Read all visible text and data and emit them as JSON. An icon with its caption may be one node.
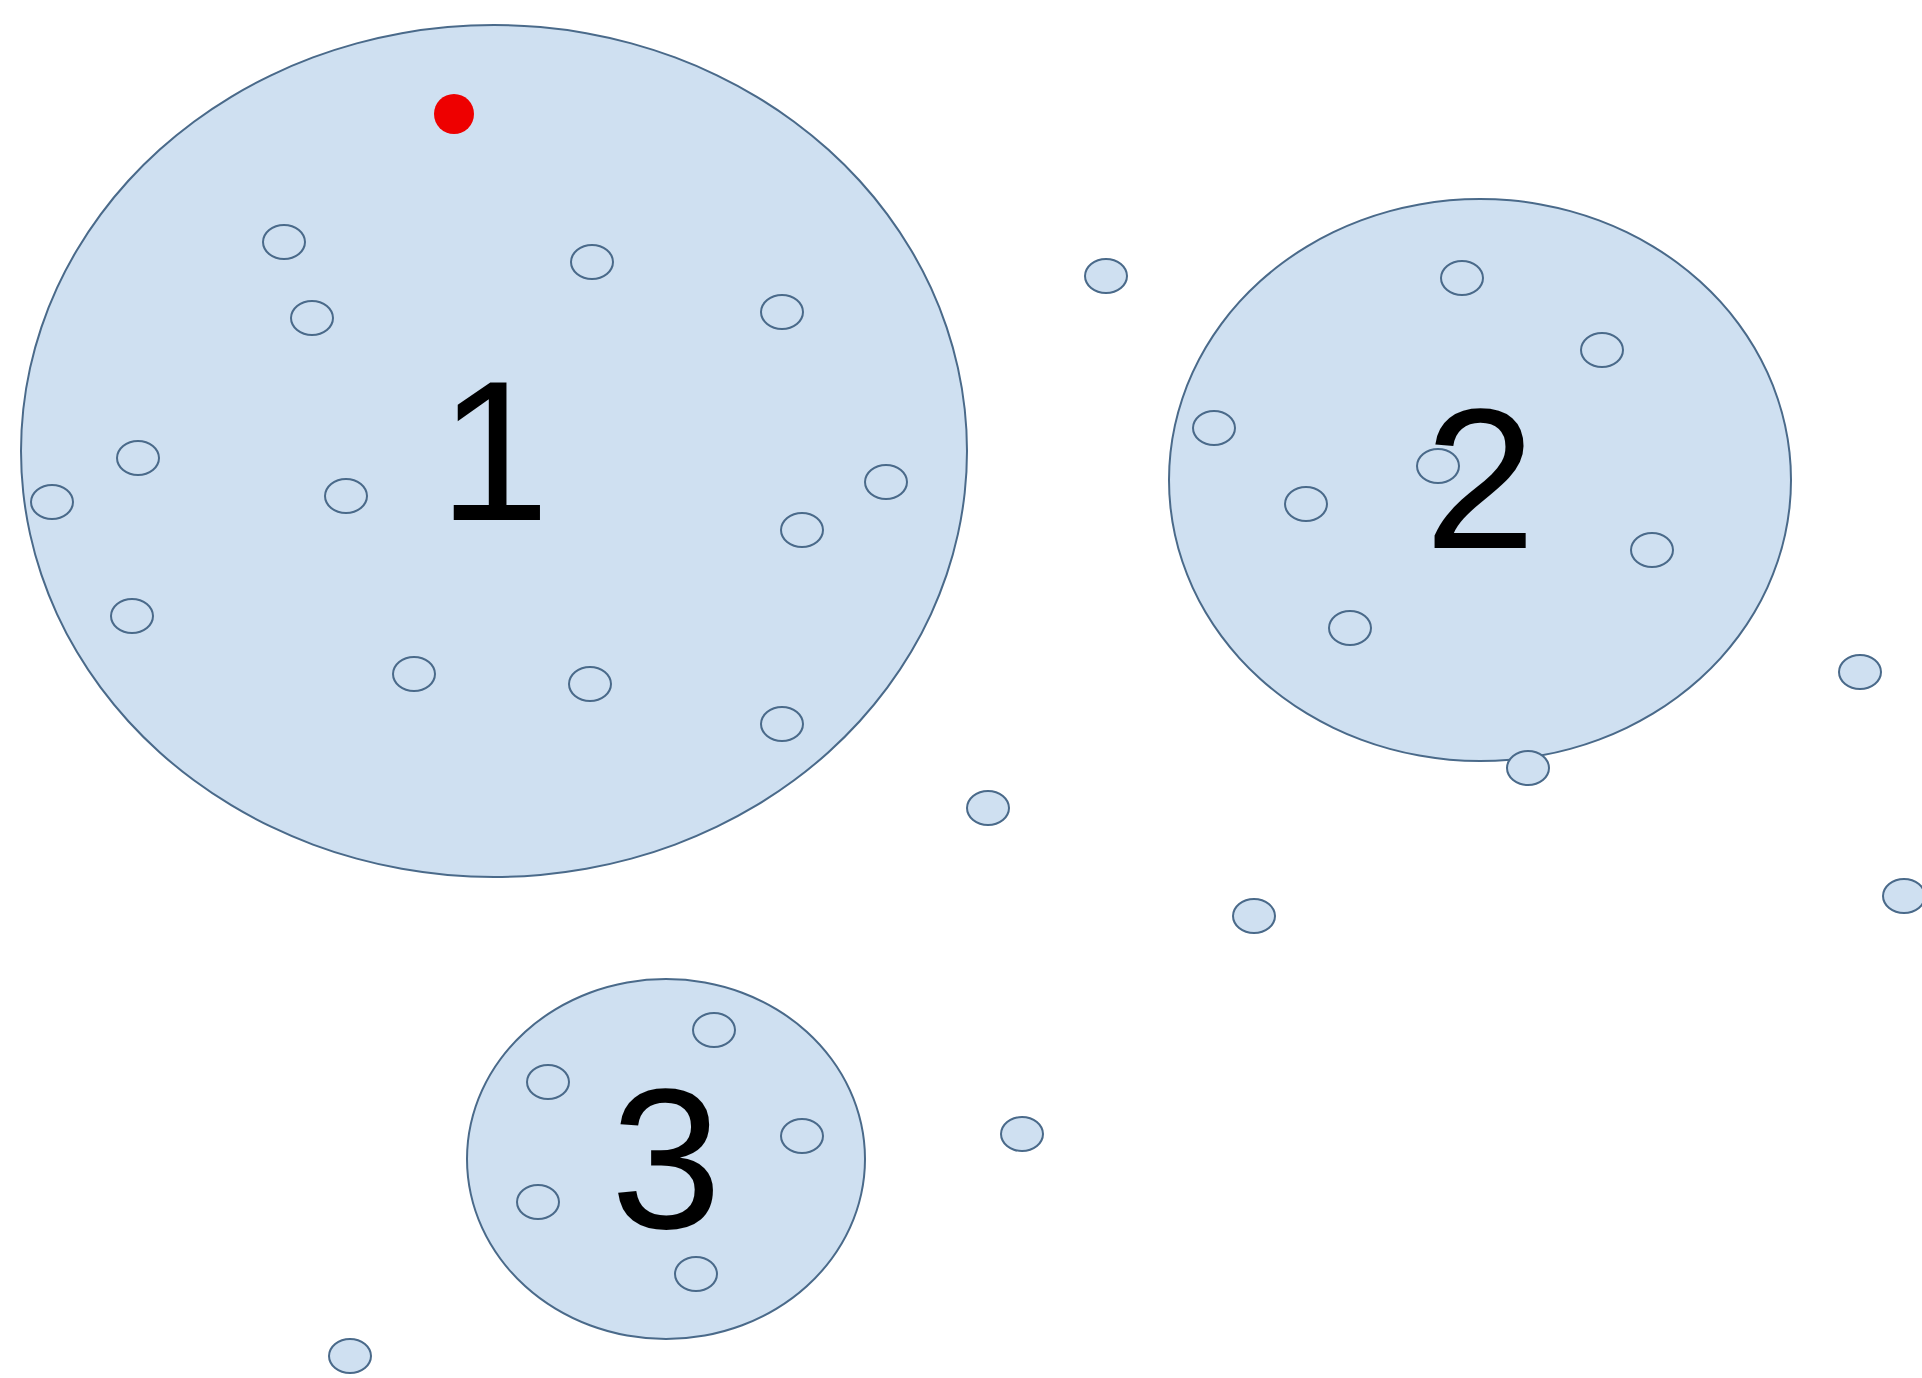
{
  "diagram": {
    "nodes": [
      {
        "text": [
          "1"
        ]
      },
      {
        "text": [],
        "shape": "circle",
        "in": 0
      },
      {
        "text": [],
        "shape": "circle",
        "in": 0
      },
      {
        "text": [],
        "shape": "circle",
        "in": 0
      },
      {
        "text": [],
        "shape": "circle",
        "in": 0
      },
      {
        "text": [],
        "shape": "circle",
        "in": 0
      },
      {
        "text": [],
        "shape": "circle",
        "in": 0
      },
      {
        "text": [],
        "shape": "circle",
        "in": 0
      },
      {
        "text": [],
        "shape": "circle",
        "in": 0
      },
      {
        "text": [],
        "shape": "circle",
        "in": 0
      },
      {
        "text": [],
        "shape": "circle",
        "in": 0
      },
      {
        "text": [],
        "shape": "circle",
        "in": 0
      },
      {
        "text": [],
        "shape": "circle",
        "in": 0
      },
      {
        "text": [],
        "shape": "circle",
        "in": 0
      },
      {
        "text": [],
        "shape": "circle",
        "in": 0
      },
      {
        "text": [],
        "shape": "circle"
      },
      {
        "text": [
          "2"
        ]
      },
      {
        "text": [],
        "shape": "circle",
        "in": 16
      },
      {
        "text": [],
        "shape": "circle",
        "in": 16
      },
      {
        "text": [],
        "shape": "circle",
        "in": 16
      },
      {
        "text": [],
        "shape": "circle",
        "in": 16
      },
      {
        "text": [],
        "shape": "circle",
        "in": 16
      },
      {
        "text": [],
        "shape": "circle",
        "in": 16
      },
      {
        "text": [],
        "shape": "circle",
        "in": 16
      },
      {
        "text": [],
        "shape": "circle"
      },
      {
        "text": [],
        "shape": "circle"
      },
      {
        "text": [],
        "shape": "circle"
      },
      {
        "text": [],
        "shape": "circle"
      },
      {
        "text": [],
        "shape": "circle"
      },
      {
        "text": [
          "3"
        ]
      },
      {
        "text": [],
        "shape": "circle",
        "in": 29
      },
      {
        "text": [],
        "shape": "circle",
        "in": 29
      },
      {
        "text": [],
        "shape": "circle",
        "in": 29
      },
      {
        "text": [],
        "shape": "circle",
        "in": 29
      },
      {
        "text": [],
        "shape": "circle",
        "in": 29
      },
      {
        "text": [],
        "shape": "circle"
      },
      {
        "text": [],
        "shape": "circle"
      }
    ]
  }
}
